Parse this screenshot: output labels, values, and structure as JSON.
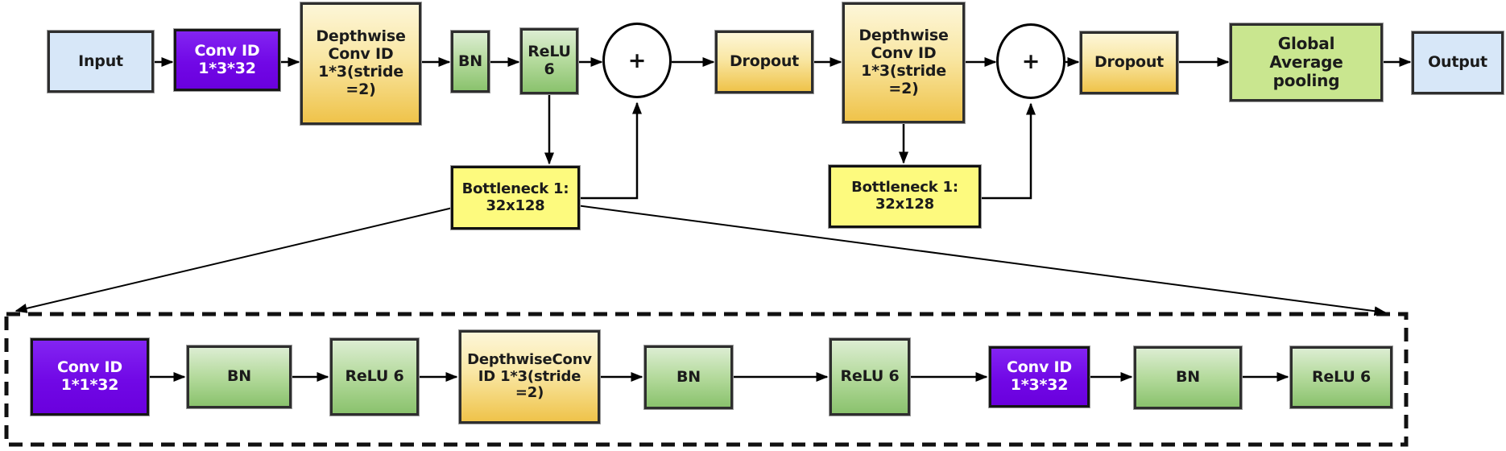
{
  "diagram": {
    "description": "Neural network architecture flow diagram with bottleneck expansion detail",
    "colors": {
      "node_blue": "#d7e7f8",
      "node_purple": "#7108e6",
      "node_gold": "#efc34a",
      "node_green": "#8ac26d",
      "node_pool_green": "#c9e68f",
      "bottleneck_yellow": "#fdfa7e",
      "line_black": "#000000"
    },
    "top_row": {
      "input": {
        "label": "Input"
      },
      "conv1": {
        "label": "Conv ID\n1*3*32"
      },
      "depthwise1": {
        "label": "Depthwise\nConv ID\n1*3(stride\n=2)"
      },
      "bn": {
        "label": "BN"
      },
      "relu6": {
        "label": "ReLU\n6"
      },
      "add1": {
        "label": "+"
      },
      "dropout1": {
        "label": "Dropout"
      },
      "depthwise2": {
        "label": "Depthwise\nConv ID\n1*3(stride\n=2)"
      },
      "add2": {
        "label": "+"
      },
      "dropout2": {
        "label": "Dropout"
      },
      "global_pool": {
        "label": "Global\nAverage\npooling"
      },
      "output": {
        "label": "Output"
      }
    },
    "bottlenecks": {
      "b1": {
        "label": "Bottleneck 1:\n32x128"
      },
      "b2": {
        "label": "Bottleneck 1:\n32x128"
      }
    },
    "bottleneck_detail": {
      "conv1": {
        "label": "Conv ID\n1*1*32"
      },
      "bn1": {
        "label": "BN"
      },
      "relu1": {
        "label": "ReLU 6"
      },
      "depthwise": {
        "label": "DepthwiseConv\nID 1*3(stride\n=2)"
      },
      "bn2": {
        "label": "BN"
      },
      "relu2": {
        "label": "ReLU 6"
      },
      "conv2": {
        "label": "Conv ID\n1*3*32"
      },
      "bn3": {
        "label": "BN"
      },
      "relu3": {
        "label": "ReLU 6"
      }
    }
  }
}
